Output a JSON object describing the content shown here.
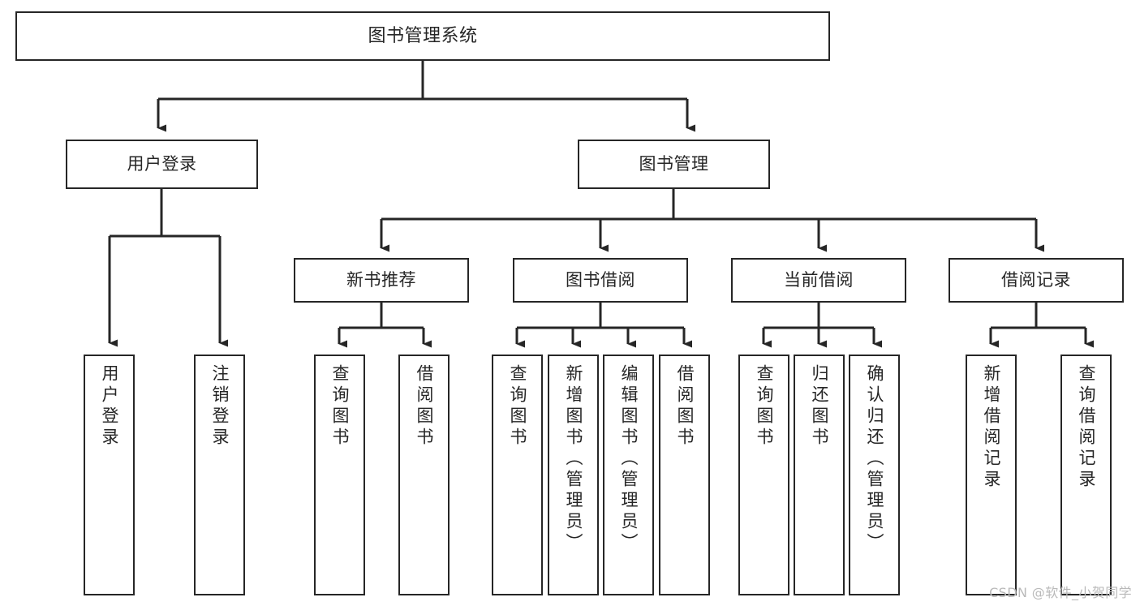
{
  "diagram": {
    "title": "图书管理系统",
    "type": "tree",
    "watermark": "CSDN @软件_小贺同学",
    "colors": {
      "box_border": "#262626",
      "box_fill": "#ffffff",
      "edge": "#262626",
      "text": "#262626",
      "watermark": "#b9b9b9",
      "background": "#ffffff"
    },
    "levels": [
      {
        "index": 0,
        "name": "root"
      },
      {
        "index": 1,
        "name": "main-modules"
      },
      {
        "index": 2,
        "name": "sub-modules"
      },
      {
        "index": 3,
        "name": "leaf-operations"
      }
    ],
    "nodes": {
      "root": {
        "id": "root",
        "label": "图书管理系统",
        "level": 0,
        "orientation": "horizontal"
      },
      "user_login": {
        "id": "user_login",
        "label": "用户登录",
        "level": 1,
        "orientation": "horizontal"
      },
      "book_manage": {
        "id": "book_manage",
        "label": "图书管理",
        "level": 1,
        "orientation": "horizontal"
      },
      "new_book_rec": {
        "id": "new_book_rec",
        "label": "新书推荐",
        "level": 2,
        "orientation": "horizontal"
      },
      "book_borrow": {
        "id": "book_borrow",
        "label": "图书借阅",
        "level": 2,
        "orientation": "horizontal"
      },
      "current_borrow": {
        "id": "current_borrow",
        "label": "当前借阅",
        "level": 2,
        "orientation": "horizontal"
      },
      "borrow_record": {
        "id": "borrow_record",
        "label": "借阅记录",
        "level": 2,
        "orientation": "horizontal"
      },
      "leaf_user_login": {
        "id": "leaf_user_login",
        "label": "用户登录",
        "level": 3,
        "orientation": "vertical"
      },
      "leaf_logout": {
        "id": "leaf_logout",
        "label": "注销登录",
        "level": 3,
        "orientation": "vertical"
      },
      "leaf_query_book_a": {
        "id": "leaf_query_book_a",
        "label": "查询图书",
        "level": 3,
        "orientation": "vertical"
      },
      "leaf_borrow_book_a": {
        "id": "leaf_borrow_book_a",
        "label": "借阅图书",
        "level": 3,
        "orientation": "vertical"
      },
      "leaf_query_book_b": {
        "id": "leaf_query_book_b",
        "label": "查询图书",
        "level": 3,
        "orientation": "vertical"
      },
      "leaf_add_book": {
        "id": "leaf_add_book",
        "label": "新增图书（管理员）",
        "level": 3,
        "orientation": "vertical"
      },
      "leaf_edit_book": {
        "id": "leaf_edit_book",
        "label": "编辑图书（管理员）",
        "level": 3,
        "orientation": "vertical"
      },
      "leaf_borrow_book_b": {
        "id": "leaf_borrow_book_b",
        "label": "借阅图书",
        "level": 3,
        "orientation": "vertical"
      },
      "leaf_query_book_c": {
        "id": "leaf_query_book_c",
        "label": "查询图书",
        "level": 3,
        "orientation": "vertical"
      },
      "leaf_return_book": {
        "id": "leaf_return_book",
        "label": "归还图书",
        "level": 3,
        "orientation": "vertical"
      },
      "leaf_confirm_return": {
        "id": "leaf_confirm_return",
        "label": "确认归还（管理员）",
        "level": 3,
        "orientation": "vertical"
      },
      "leaf_add_record": {
        "id": "leaf_add_record",
        "label": "新增借阅记录",
        "level": 3,
        "orientation": "vertical"
      },
      "leaf_query_record": {
        "id": "leaf_query_record",
        "label": "查询借阅记录",
        "level": 3,
        "orientation": "vertical"
      }
    },
    "edges": [
      {
        "from": "root",
        "to": "user_login"
      },
      {
        "from": "root",
        "to": "book_manage"
      },
      {
        "from": "user_login",
        "to": "leaf_user_login"
      },
      {
        "from": "user_login",
        "to": "leaf_logout"
      },
      {
        "from": "book_manage",
        "to": "new_book_rec"
      },
      {
        "from": "book_manage",
        "to": "book_borrow"
      },
      {
        "from": "book_manage",
        "to": "current_borrow"
      },
      {
        "from": "book_manage",
        "to": "borrow_record"
      },
      {
        "from": "new_book_rec",
        "to": "leaf_query_book_a"
      },
      {
        "from": "new_book_rec",
        "to": "leaf_borrow_book_a"
      },
      {
        "from": "book_borrow",
        "to": "leaf_query_book_b"
      },
      {
        "from": "book_borrow",
        "to": "leaf_add_book"
      },
      {
        "from": "book_borrow",
        "to": "leaf_edit_book"
      },
      {
        "from": "book_borrow",
        "to": "leaf_borrow_book_b"
      },
      {
        "from": "current_borrow",
        "to": "leaf_query_book_c"
      },
      {
        "from": "current_borrow",
        "to": "leaf_return_book"
      },
      {
        "from": "current_borrow",
        "to": "leaf_confirm_return"
      },
      {
        "from": "borrow_record",
        "to": "leaf_add_record"
      },
      {
        "from": "borrow_record",
        "to": "leaf_query_record"
      }
    ]
  }
}
